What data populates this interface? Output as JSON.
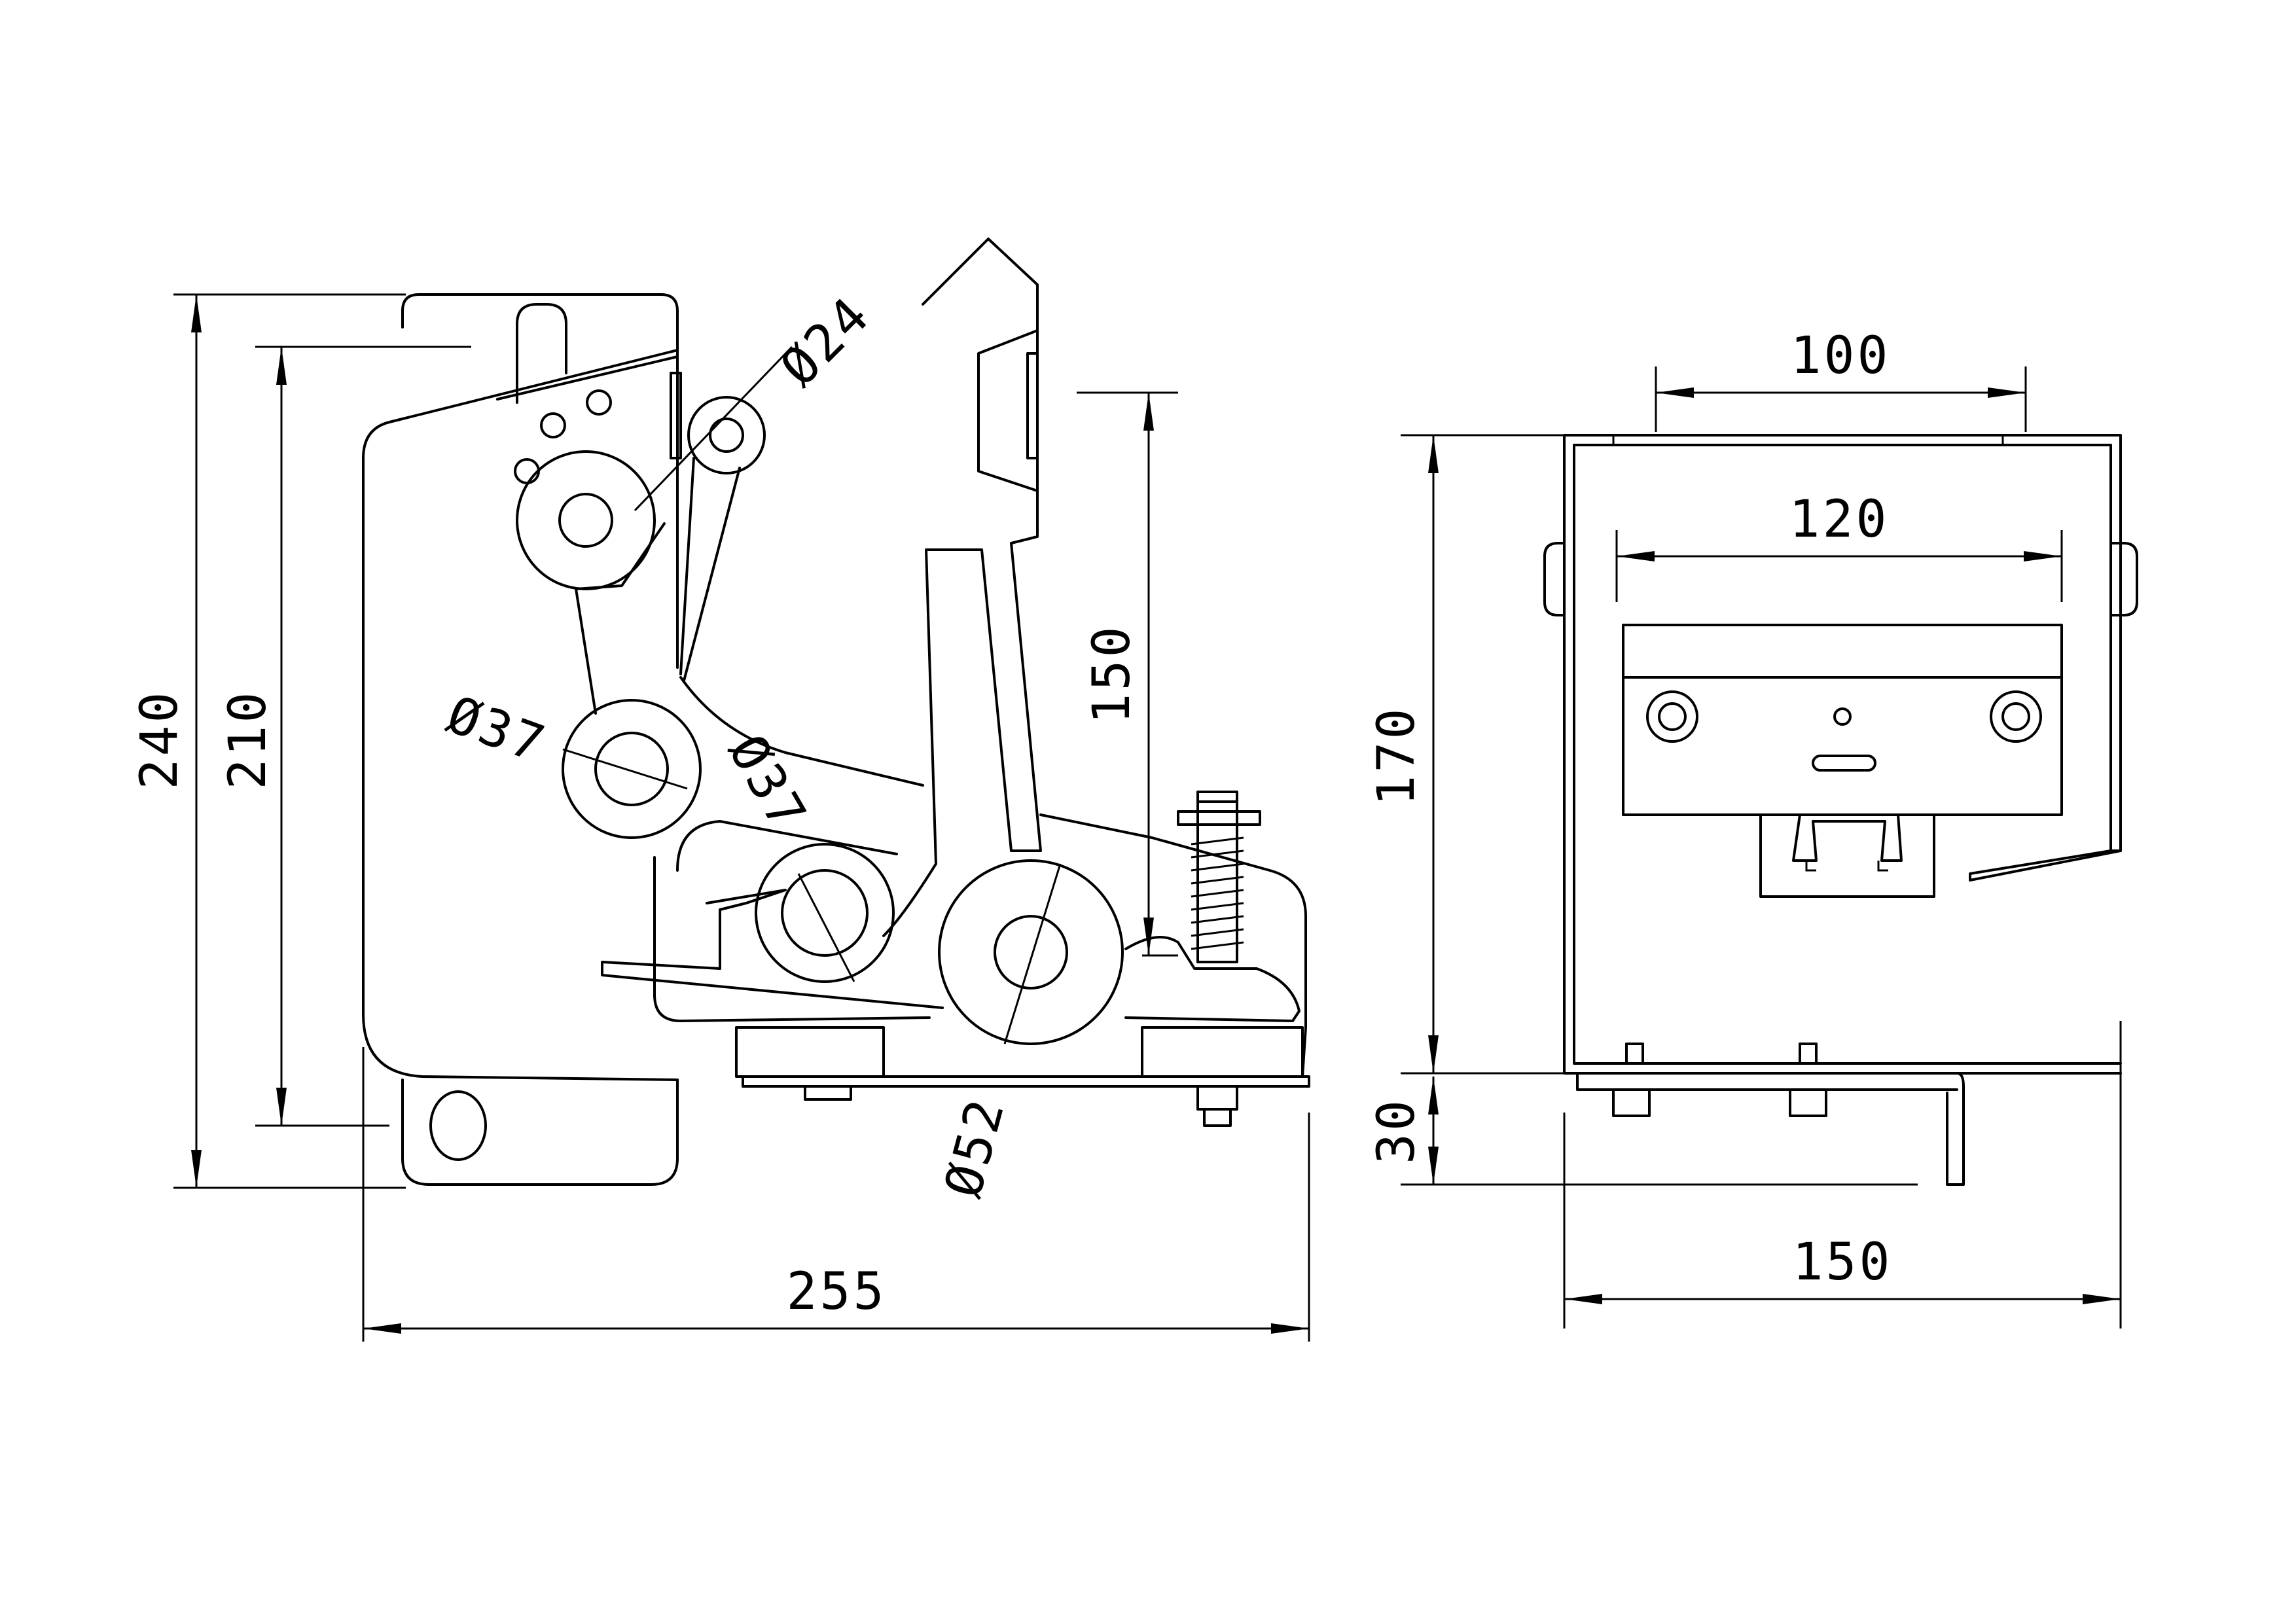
{
  "colors": {
    "line": "#000000",
    "background": "#ffffff"
  },
  "side_view": {
    "overall_width": "255",
    "overall_height": "240",
    "inner_height": "210",
    "lever_height": "150",
    "pin_dia_top": "Ø24",
    "pin_dia_mid": "Ø37",
    "pin_dia_mid_2": "Ø37",
    "pin_dia_main": "Ø52"
  },
  "front_view": {
    "top_width": "100",
    "inner_width": "120",
    "height": "170",
    "base_height": "30",
    "overall_width": "150"
  }
}
